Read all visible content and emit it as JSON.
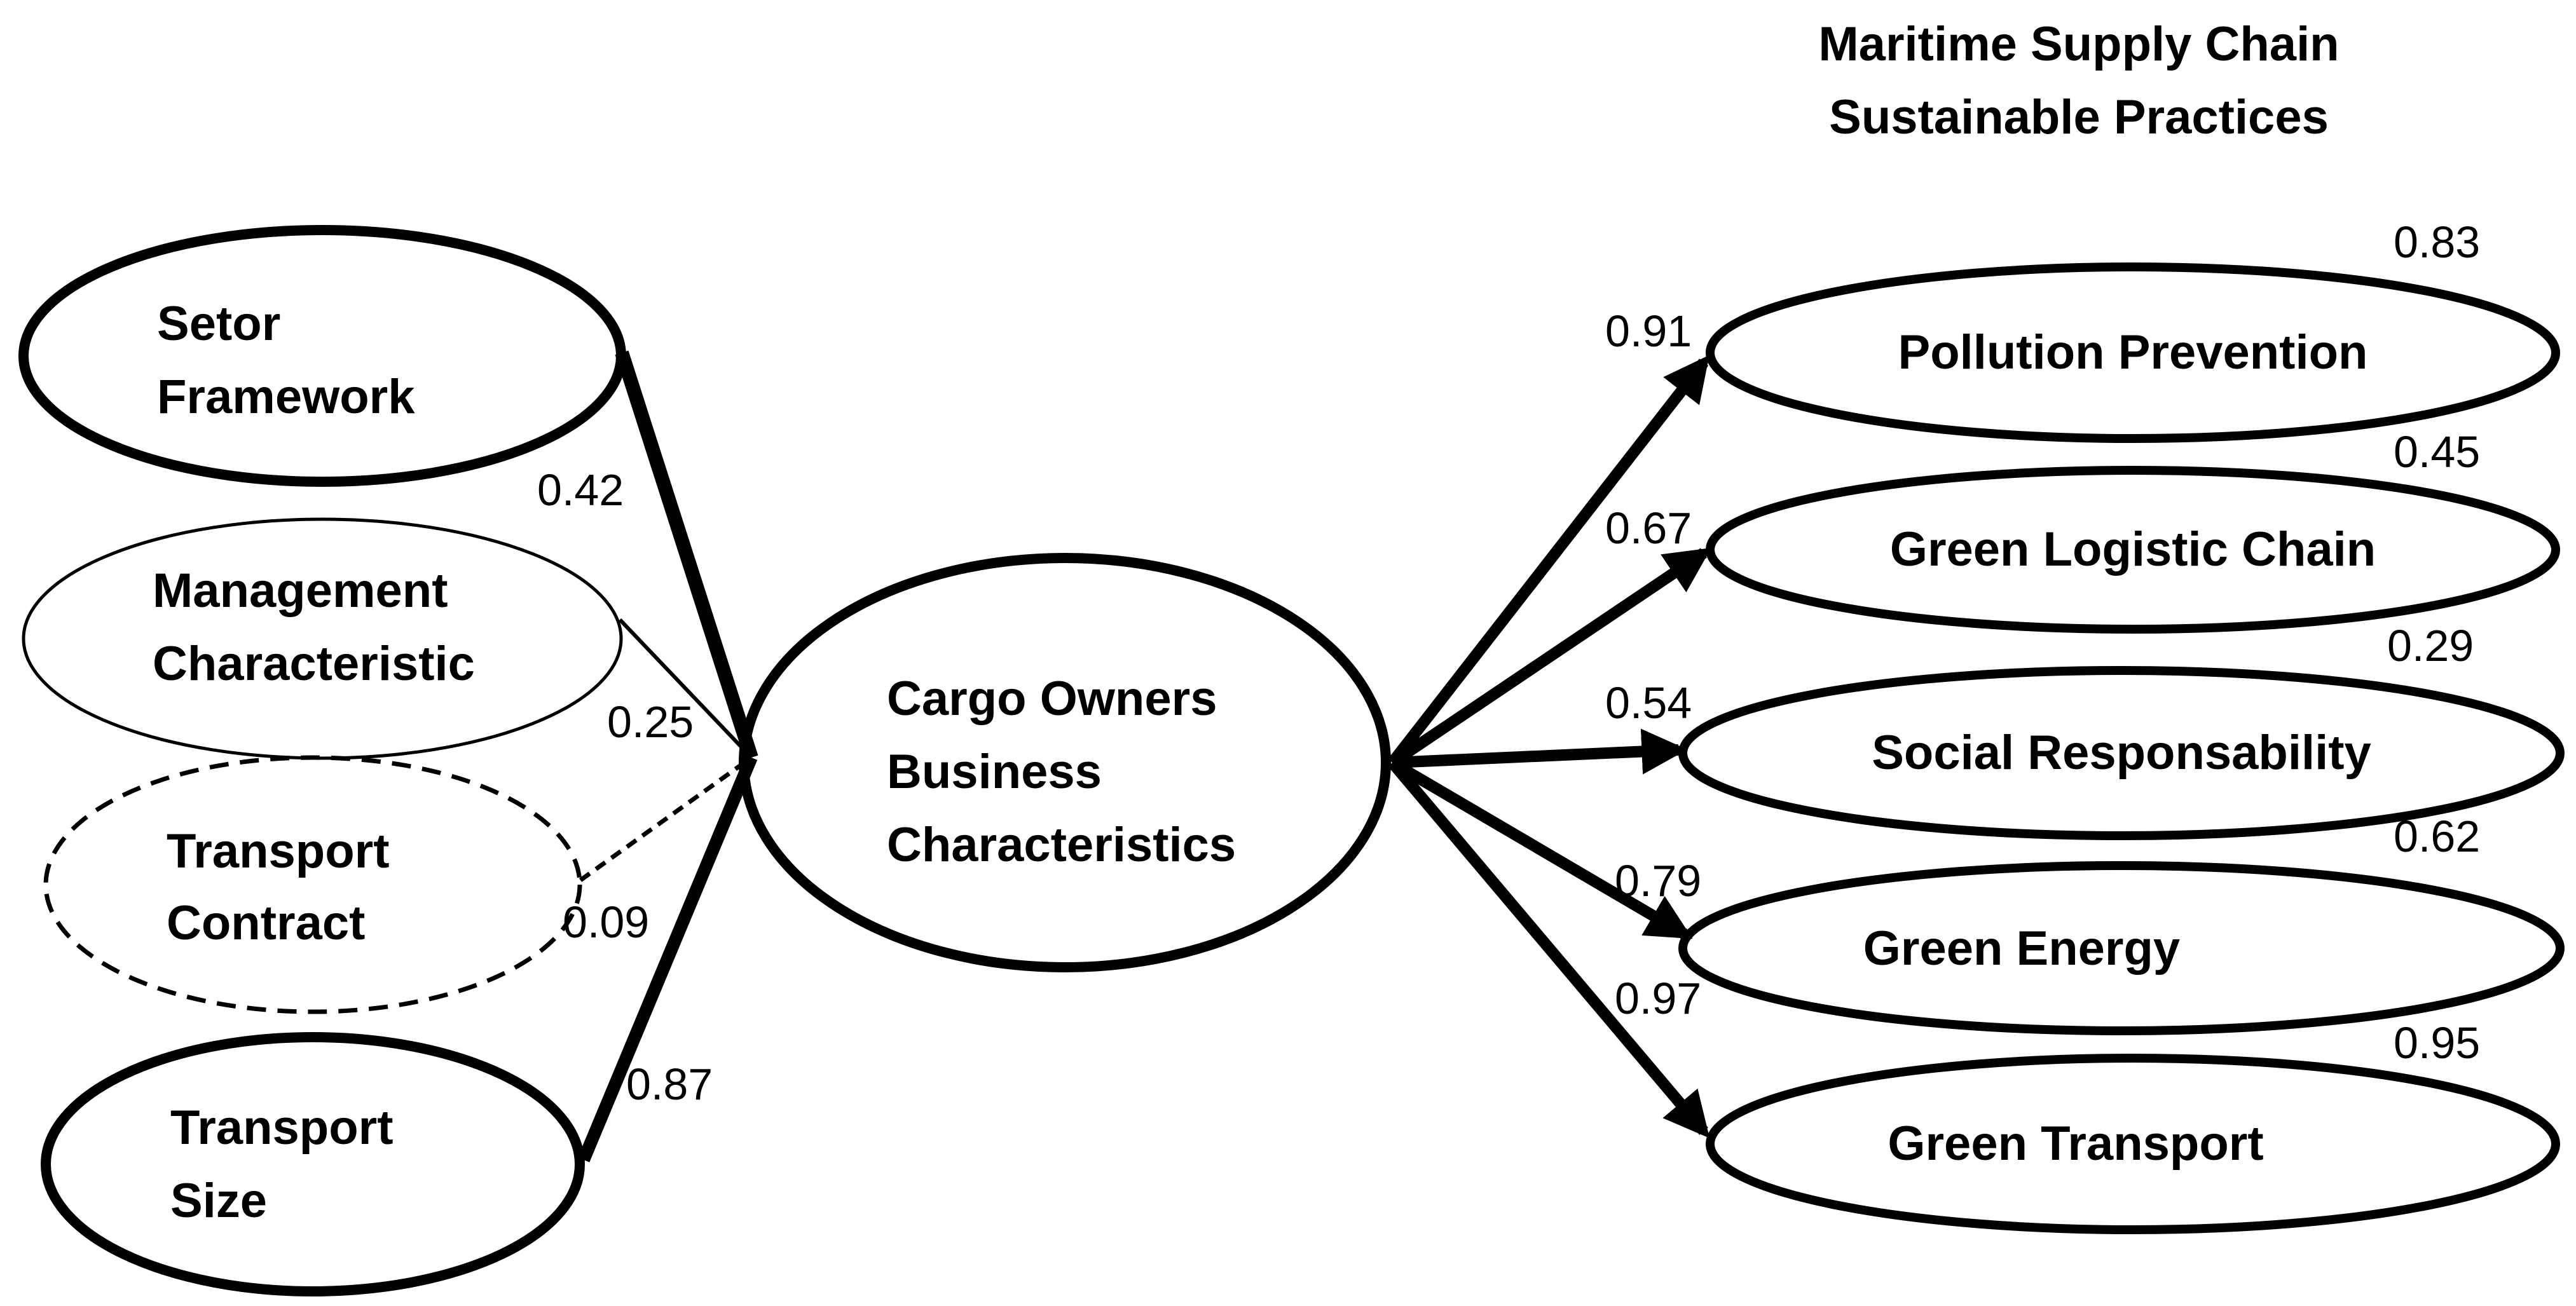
{
  "title": {
    "line1": "Maritime Supply Chain",
    "line2": "Sustainable Practices"
  },
  "center": {
    "line1": "Cargo Owners",
    "line2": "Business",
    "line3": "Characteristics"
  },
  "inputs": [
    {
      "line1": "Setor",
      "line2": "Framework",
      "coef": "0.42",
      "style": "thick"
    },
    {
      "line1": "Management",
      "line2": "Characteristic",
      "coef": "0.25",
      "style": "thin"
    },
    {
      "line1": "Transport",
      "line2": "Contract",
      "coef": "0.09",
      "style": "dashed"
    },
    {
      "line1": "Transport",
      "line2": "Size",
      "coef": "0.87",
      "style": "thick"
    }
  ],
  "outputs": [
    {
      "label": "Pollution Prevention",
      "path_coef": "0.91",
      "r2": "0.83"
    },
    {
      "label": "Green Logistic Chain",
      "path_coef": "0.67",
      "r2": "0.45"
    },
    {
      "label": "Social Responsability",
      "path_coef": "0.54",
      "r2": "0.29"
    },
    {
      "label": "Green Energy",
      "path_coef": "0.79",
      "r2": "0.62"
    },
    {
      "label": "Green Transport",
      "path_coef": "0.97",
      "r2": "0.95"
    }
  ],
  "colors": {
    "stroke": "#000000",
    "background": "#ffffff"
  }
}
